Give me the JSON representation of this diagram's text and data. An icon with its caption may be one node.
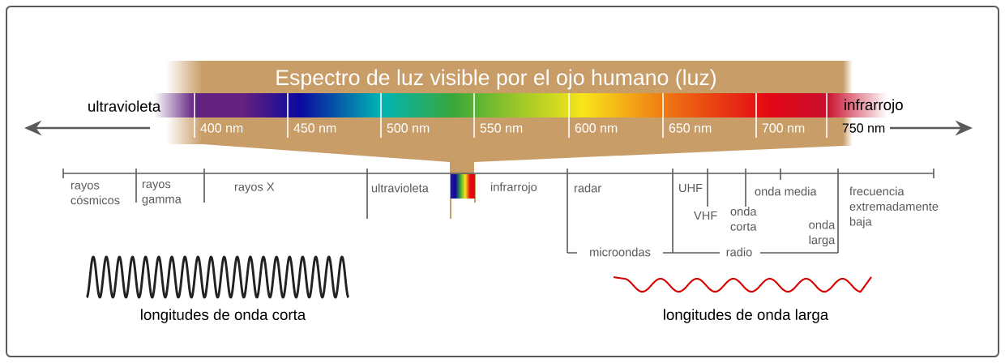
{
  "diagram": {
    "nodes": [
      {
        "text": [
          "Espectro de luz visible por el ojo humano (luz)"
        ]
      }
    ],
    "labels": [
      "ultravioleta",
      "infrarrojo",
      "400 nm",
      "450 nm",
      "500 nm",
      "550 nm",
      "600 nm",
      "650 nm",
      "700 nm",
      "750 nm",
      "rayos cósmicos",
      "rayos gamma",
      "rayos X",
      "ultravioleta",
      "infrarrojo",
      "radar",
      "UHF",
      "onda media",
      "frecuencia extremadamente baja",
      "VHF",
      "onda corta",
      "onda larga",
      "microondas",
      "radio",
      "longitudes de onda corta",
      "longitudes de onda larga"
    ]
  }
}
